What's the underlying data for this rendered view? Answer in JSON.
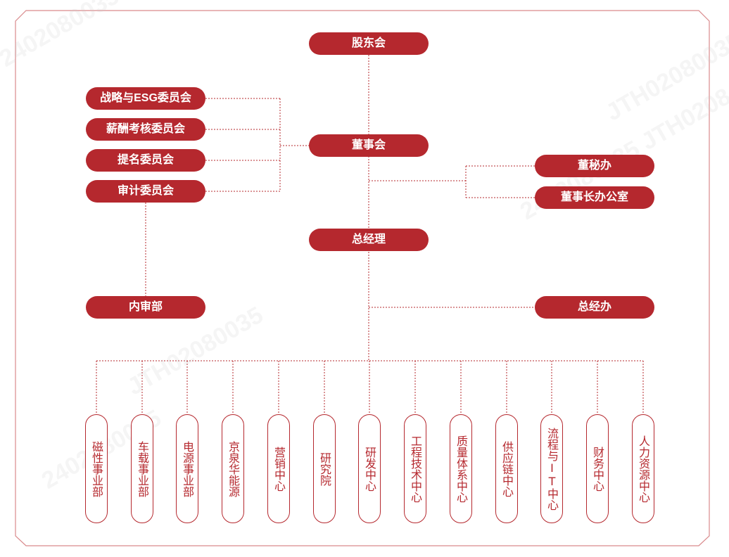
{
  "org": {
    "shareholders": "股东会",
    "board": "董事会",
    "gm": "总经理",
    "committees": [
      "战略与ESG委员会",
      "薪酬考核委员会",
      "提名委员会",
      "审计委员会"
    ],
    "internal_audit": "内审部",
    "secretary_office": "董秘办",
    "chairman_office": "董事长办公室",
    "gm_office": "总经办",
    "departments": [
      "磁性事业部",
      "车载事业部",
      "电源事业部",
      "京泉华能源",
      "营销中心",
      "研究院",
      "研发中心",
      "工程技术中心",
      "质量体系中心",
      "供应链中心",
      "流程与IT中心",
      "财务中心",
      "人力资源中心"
    ]
  },
  "watermarks": [
    "2402080035",
    "JTH02080035",
    "2402080035 JTH0208",
    "JTH02080035",
    "2402080035"
  ],
  "colors": {
    "accent": "#b5282e",
    "line": "#b5282e"
  }
}
